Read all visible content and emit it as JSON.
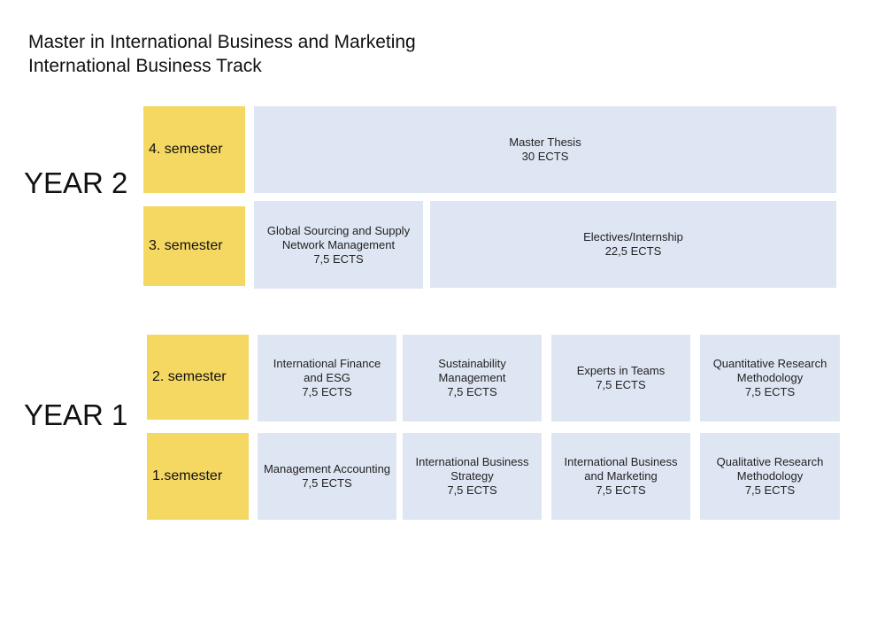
{
  "title": {
    "line1": "Master in International Business and Marketing",
    "line2": "International Business Track"
  },
  "years": {
    "year2": "YEAR 2",
    "year1": "YEAR 1"
  },
  "semesters": {
    "s4": "4. semester",
    "s3": "3. semester",
    "s2": "2. semester",
    "s1": "1.semester"
  },
  "courses": {
    "s4": [
      {
        "name": "Master Thesis",
        "ects": "30 ECTS"
      }
    ],
    "s3": [
      {
        "name": "Global Sourcing and Supply Network Management",
        "ects": "7,5 ECTS"
      },
      {
        "name": "Electives/Internship",
        "ects": "22,5 ECTS"
      }
    ],
    "s2": [
      {
        "name": "International Finance and ESG",
        "ects": "7,5 ECTS"
      },
      {
        "name": "Sustainability Management",
        "ects": "7,5 ECTS"
      },
      {
        "name": "Experts in Teams",
        "ects": "7,5 ECTS"
      },
      {
        "name": "Quantitative Research Methodology",
        "ects": "7,5 ECTS"
      }
    ],
    "s1": [
      {
        "name": "Management Accounting",
        "ects": "7,5 ECTS"
      },
      {
        "name": "International Business Strategy",
        "ects": "7,5 ECTS"
      },
      {
        "name": "International Business and Marketing",
        "ects": "7,5 ECTS"
      },
      {
        "name": "Qualitative Research Methodology",
        "ects": "7,5 ECTS"
      }
    ]
  },
  "colors": {
    "semester_fill": "#f5d862",
    "course_fill": "#dfe6f3"
  }
}
